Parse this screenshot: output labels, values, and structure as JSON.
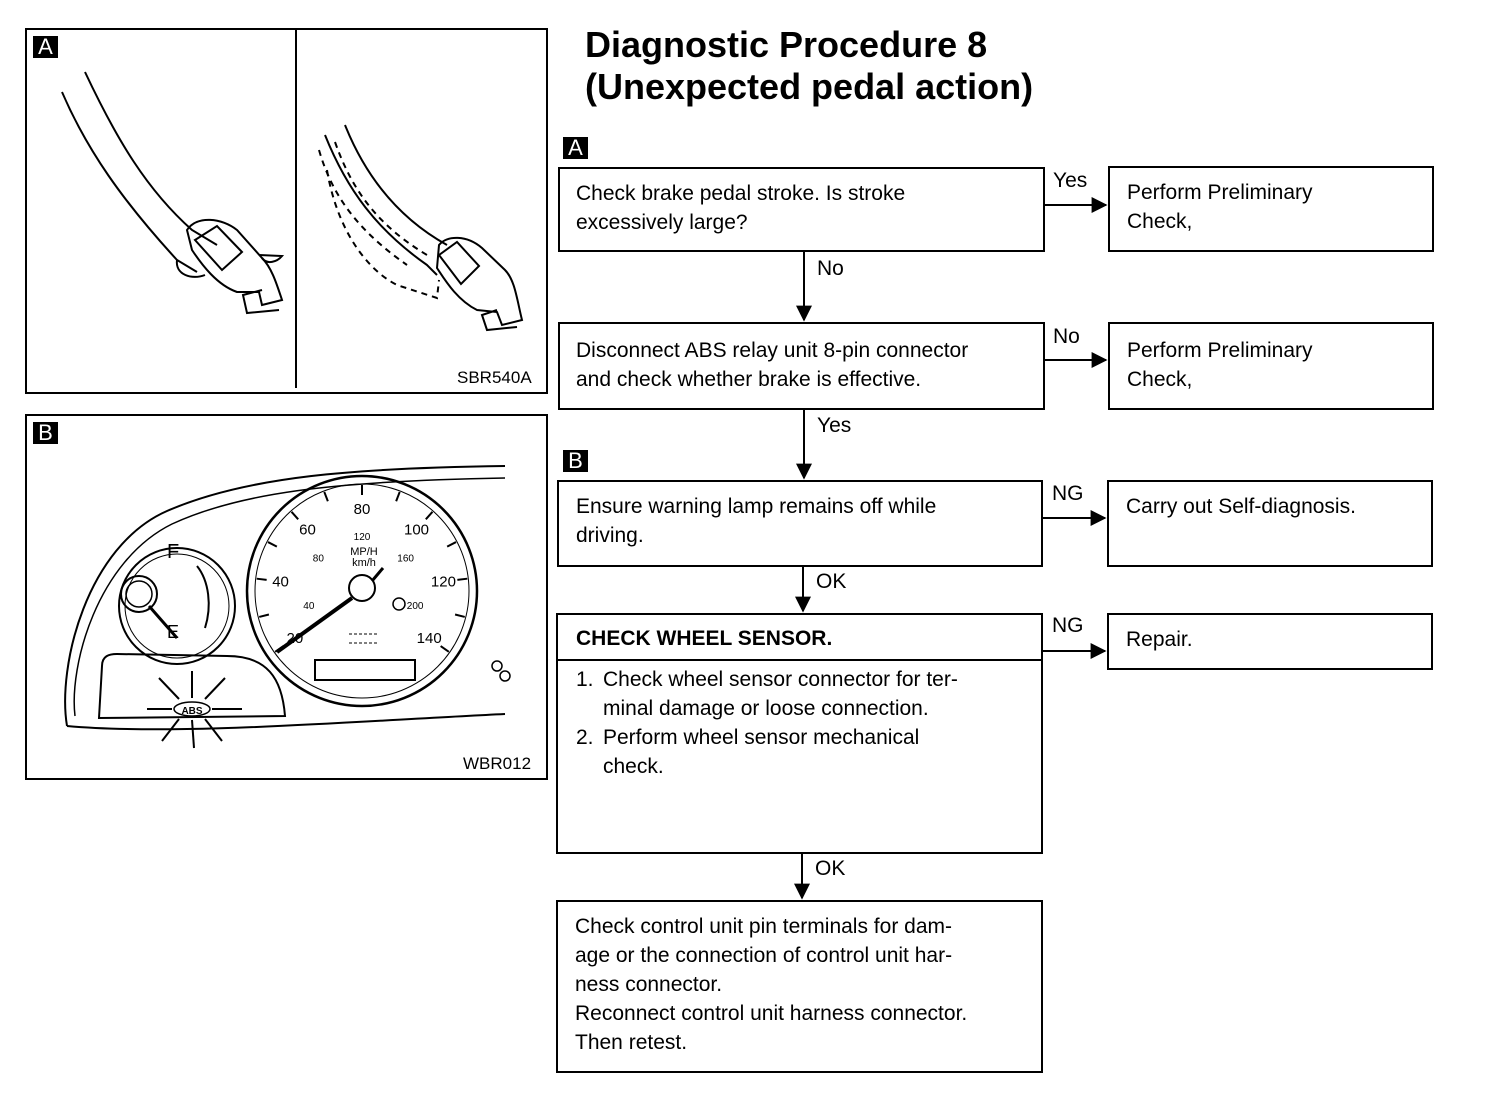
{
  "title": {
    "line1": "Diagnostic Procedure 8",
    "line2": "(Unexpected pedal action)"
  },
  "tags": {
    "a": "A",
    "b": "B"
  },
  "figures": {
    "a": {
      "tag": "A",
      "code": "SBR540A"
    },
    "b": {
      "tag": "B",
      "code": "WBR012",
      "gauge_labels": [
        "20",
        "40",
        "60",
        "80",
        "100",
        "120",
        "140"
      ],
      "kmh_labels": [
        "40",
        "80",
        "120",
        "160",
        "200"
      ],
      "unit_label": "MP/H\nkm/h",
      "fuel_f": "F",
      "fuel_e": "E",
      "abs_label": "ABS"
    }
  },
  "flow": {
    "step1": "Check brake pedal stroke. Is stroke\nexcessively large?",
    "step1_yes_label": "Yes",
    "step1_yes_result": "Perform Preliminary\nCheck,",
    "step1_no_label": "No",
    "step2": "Disconnect ABS relay unit 8-pin connector\nand check whether brake is effective.",
    "step2_no_label": "No",
    "step2_no_result": "Perform Preliminary\nCheck,",
    "step2_yes_label": "Yes",
    "step3": "Ensure warning lamp remains off while\ndriving.",
    "step3_ng_label": "NG",
    "step3_ng_result": "Carry out Self-diagnosis.",
    "step3_ok_label": "OK",
    "step4_header": "CHECK WHEEL SENSOR.",
    "step4_items": [
      {
        "num": "1.",
        "text": "Check wheel sensor connector for ter-\nminal damage or loose connection."
      },
      {
        "num": "2.",
        "text": "Perform wheel sensor mechanical\ncheck."
      }
    ],
    "step4_ng_label": "NG",
    "step4_ng_result": "Repair.",
    "step4_ok_label": "OK",
    "step5": "Check control unit pin terminals for dam-\nage or the connection of control unit har-\nness connector.\nReconnect control unit harness connector.\nThen retest."
  }
}
